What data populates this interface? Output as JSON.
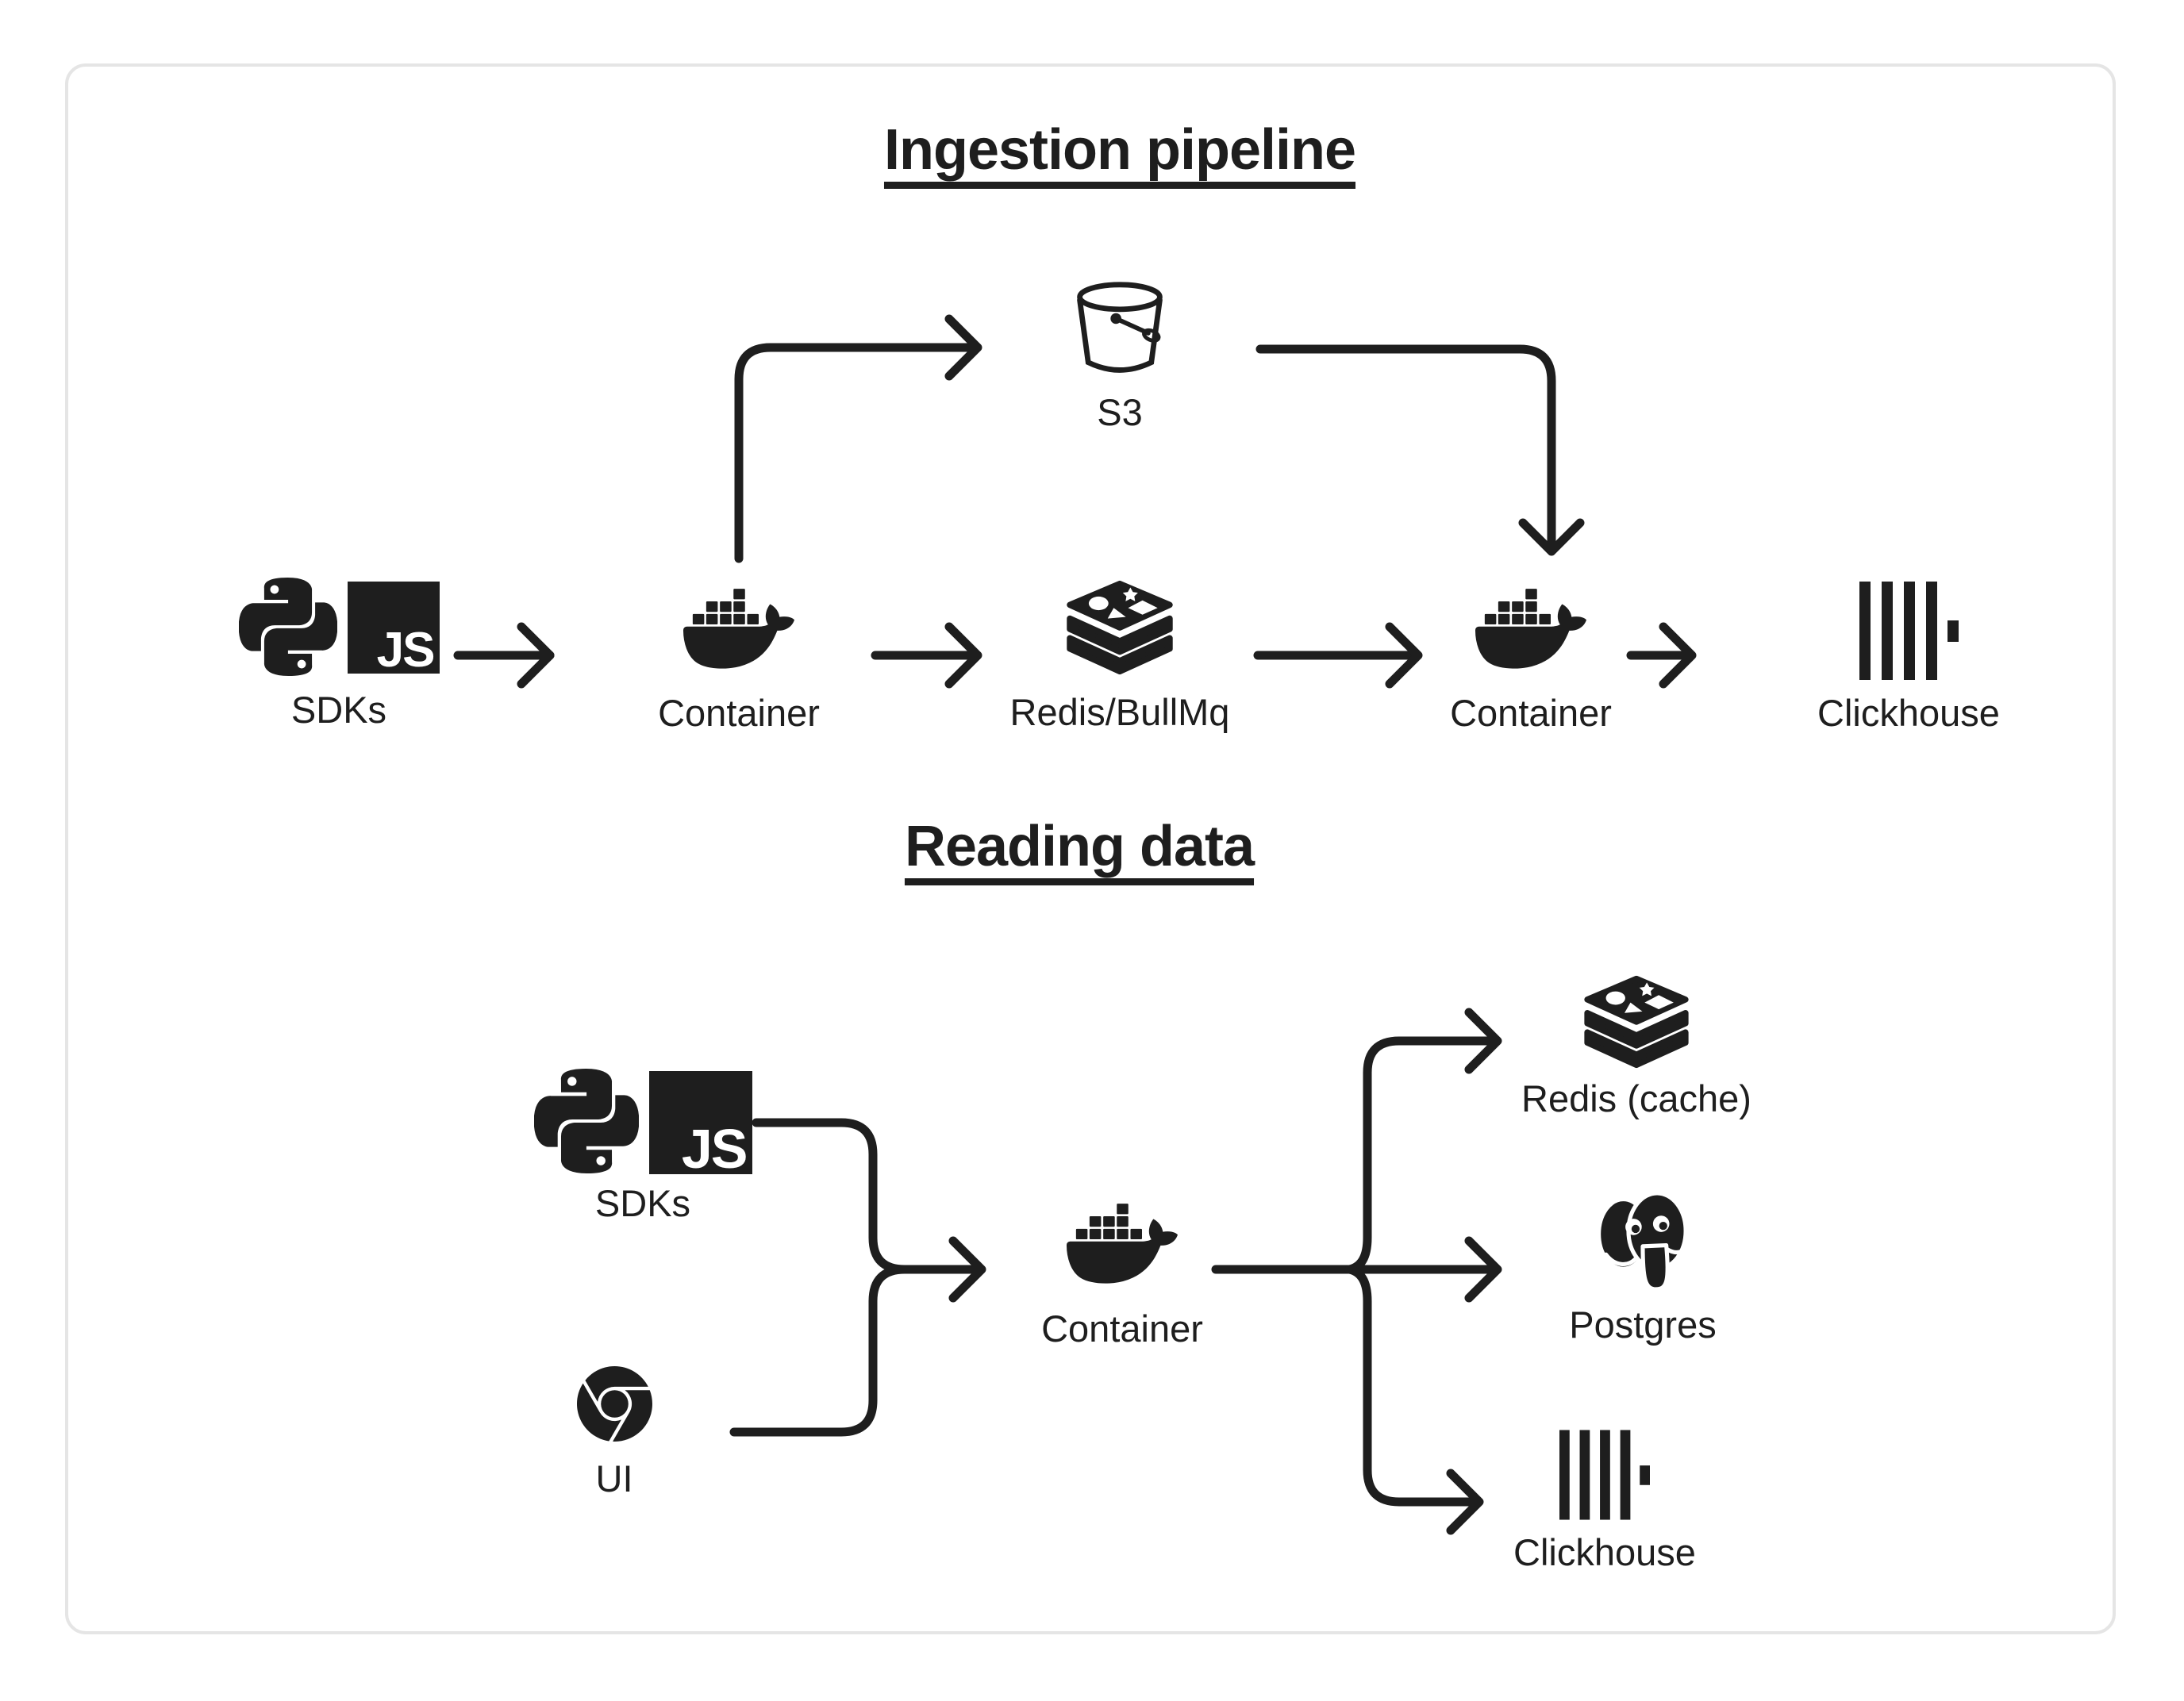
{
  "diagram_type": "architecture-flow-diagram",
  "colors": {
    "ink": "#1e1e1e",
    "card_border": "#e5e5e5",
    "background": "#ffffff",
    "js_badge_text_color": "#ffffff"
  },
  "icons": {
    "js_badge_text": "JS"
  },
  "ingestion": {
    "title": "Ingestion pipeline",
    "nodes": {
      "sdks": {
        "label": "SDKs"
      },
      "container_in": {
        "label": "Container"
      },
      "s3": {
        "label": "S3"
      },
      "redis": {
        "label": "Redis/BullMq"
      },
      "container_out": {
        "label": "Container"
      },
      "clickhouse": {
        "label": "Clickhouse"
      }
    },
    "edges": [
      {
        "from": "SDKs",
        "to": "Container"
      },
      {
        "from": "Container",
        "to": "S3"
      },
      {
        "from": "Container",
        "to": "Redis/BullMq"
      },
      {
        "from": "S3",
        "to": "Container"
      },
      {
        "from": "Redis/BullMq",
        "to": "Container"
      },
      {
        "from": "Container",
        "to": "Clickhouse"
      }
    ]
  },
  "reading": {
    "title": "Reading data",
    "nodes": {
      "sdks": {
        "label": "SDKs"
      },
      "ui": {
        "label": "UI"
      },
      "container": {
        "label": "Container"
      },
      "redis_cache": {
        "label": "Redis (cache)"
      },
      "postgres": {
        "label": "Postgres"
      },
      "clickhouse": {
        "label": "Clickhouse"
      }
    },
    "edges": [
      {
        "from": "SDKs",
        "to": "Container"
      },
      {
        "from": "UI",
        "to": "Container"
      },
      {
        "from": "Container",
        "to": "Redis (cache)"
      },
      {
        "from": "Container",
        "to": "Postgres"
      },
      {
        "from": "Container",
        "to": "Clickhouse"
      }
    ]
  }
}
